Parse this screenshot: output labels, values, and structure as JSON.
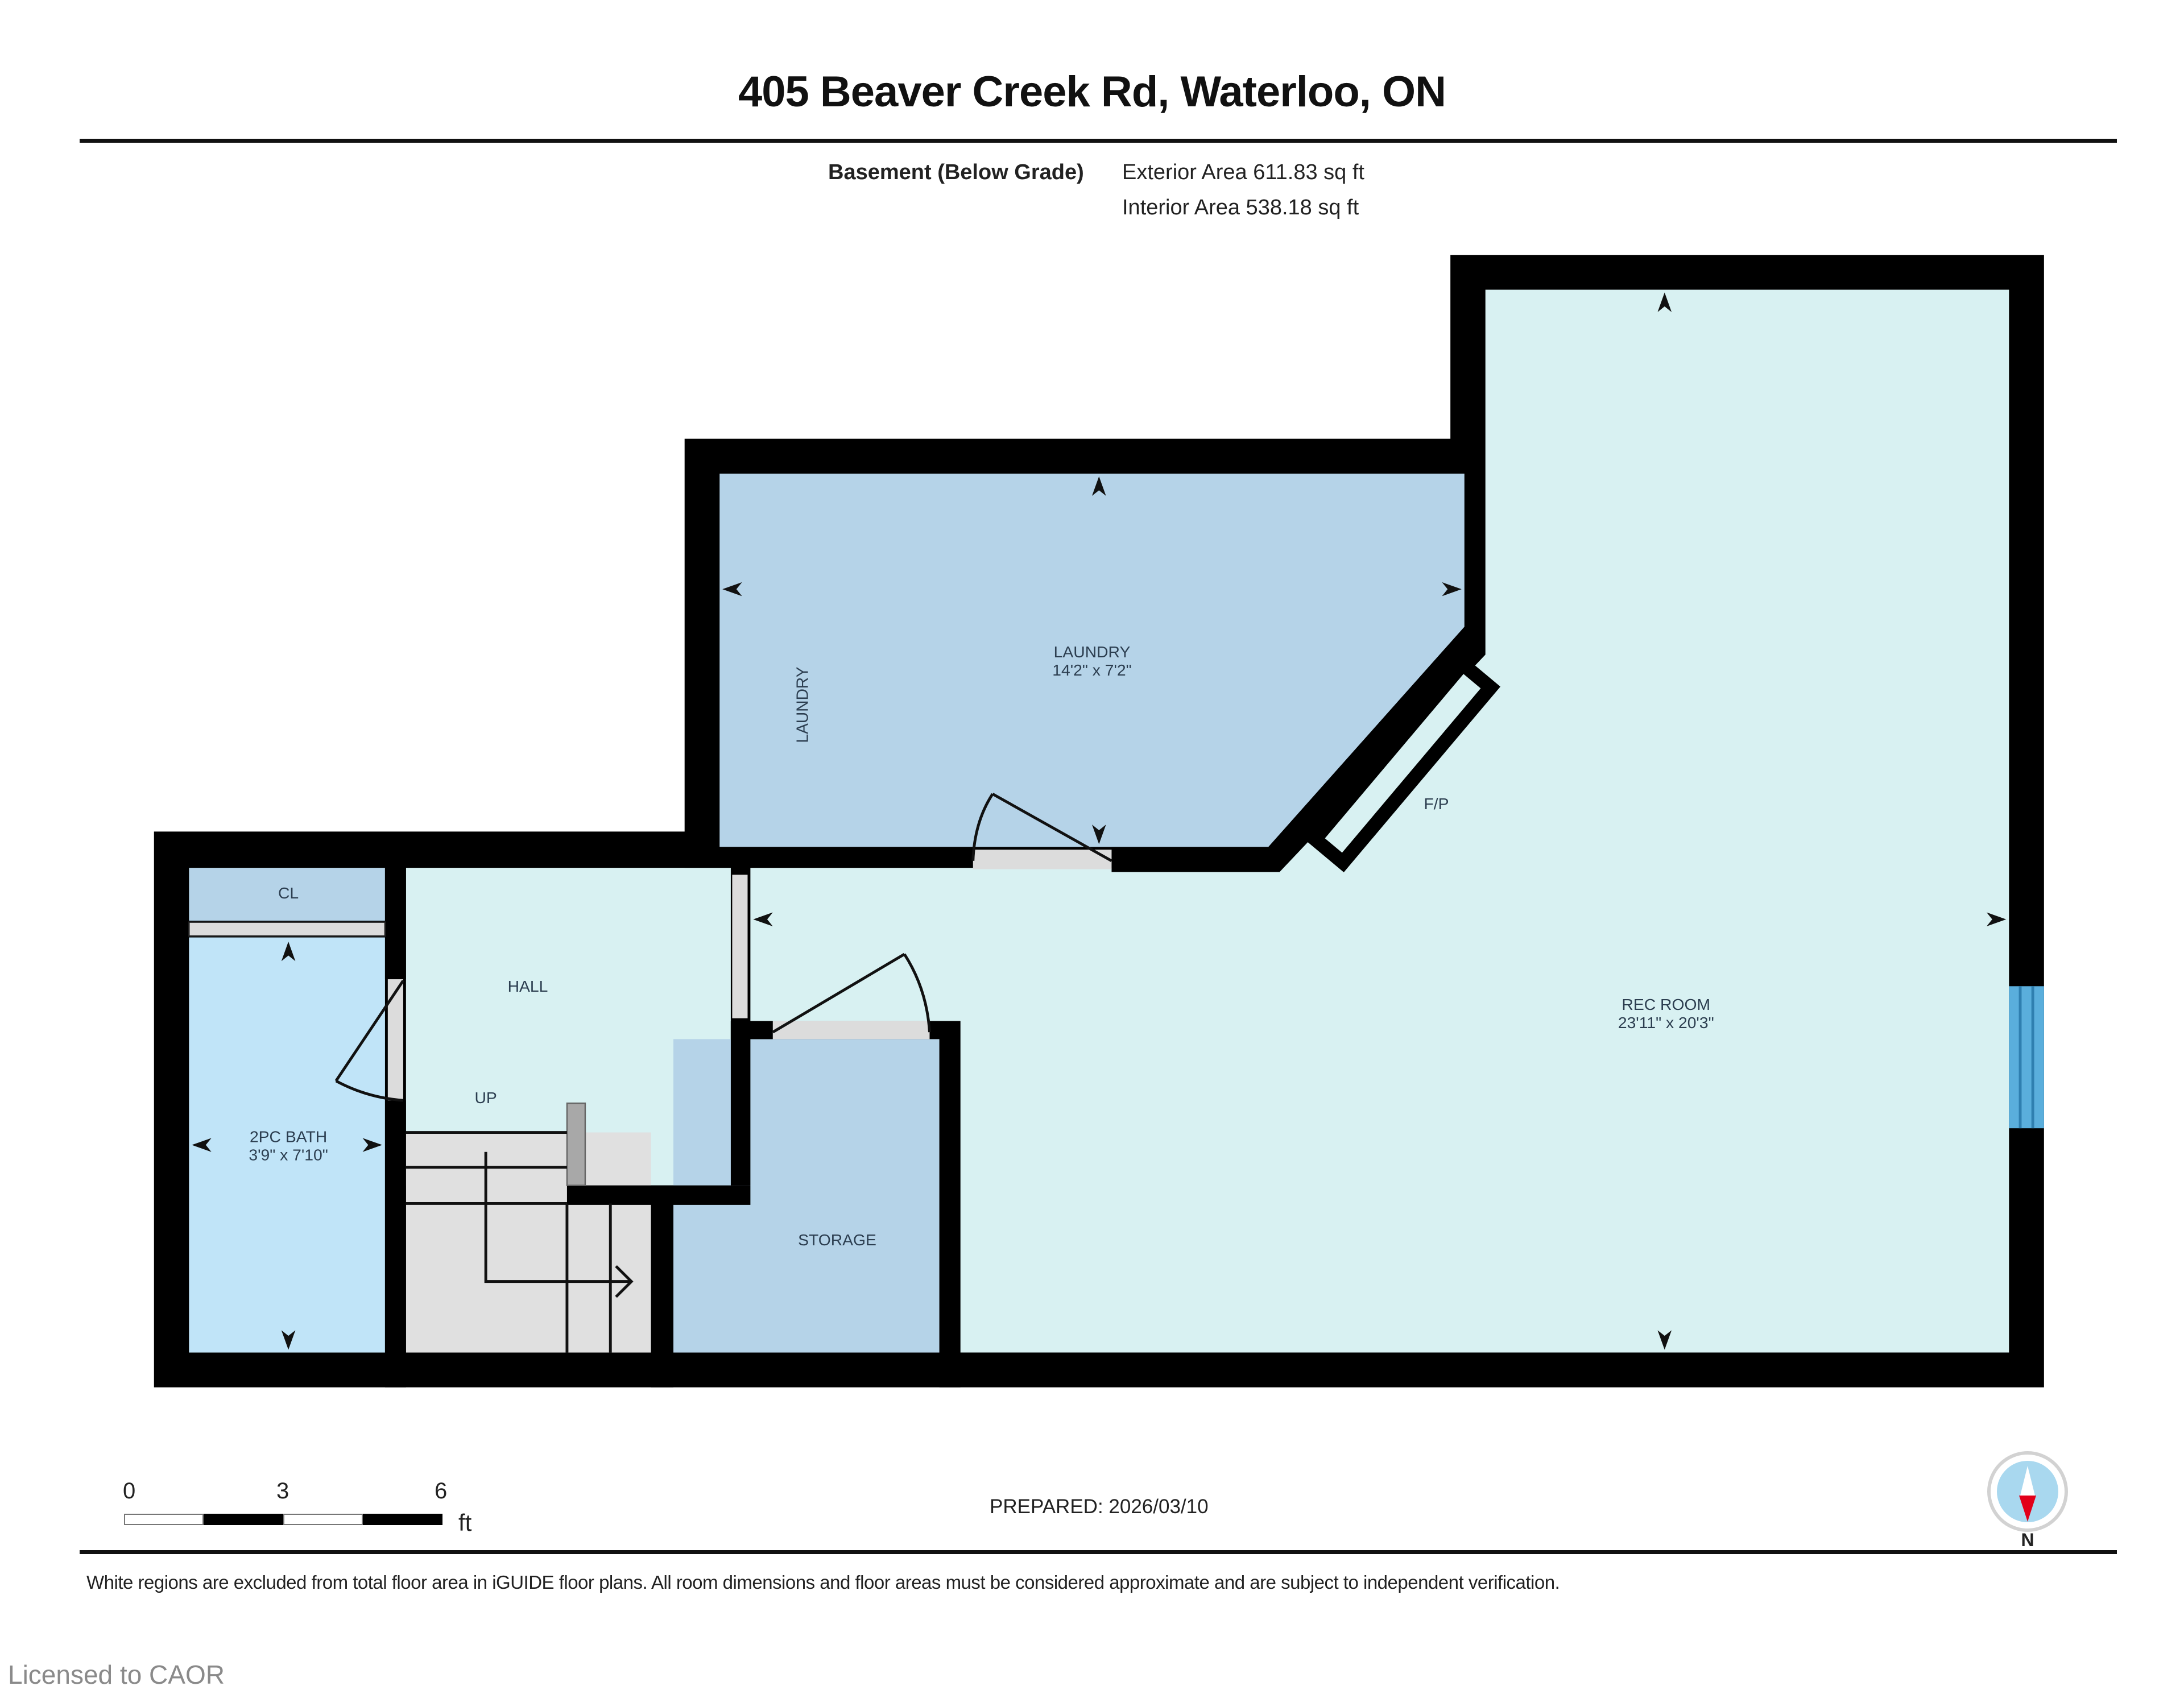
{
  "header": {
    "title": "405 Beaver Creek Rd, Waterloo, ON",
    "floor_name": "Basement (Below Grade)",
    "exterior_area": "Exterior Area 611.83 sq ft",
    "interior_area": "Interior Area 538.18 sq ft"
  },
  "rooms": [
    {
      "name": "LAUNDRY",
      "dimensions": "14'2\" x 7'2\"",
      "color": "#b5d3e8"
    },
    {
      "name": "LAUNDRY",
      "dimensions": "",
      "color": "#b5d3e8",
      "note": "vertical label"
    },
    {
      "name": "REC ROOM",
      "dimensions": "23'11\" x 20'3\"",
      "color": "#d8f1f2"
    },
    {
      "name": "HALL",
      "dimensions": "",
      "color": "#d8f1f2"
    },
    {
      "name": "2PC BATH",
      "dimensions": "3'9\" x 7'10\"",
      "color": "#c0e4f8"
    },
    {
      "name": "CL",
      "dimensions": "",
      "color": "#b5d3e8"
    },
    {
      "name": "STORAGE",
      "dimensions": "",
      "color": "#b5d3e8"
    }
  ],
  "labels": {
    "fireplace": "F/P",
    "stairs_up": "UP"
  },
  "scale_bar": {
    "ticks": [
      "0",
      "3",
      "6"
    ],
    "unit": "ft"
  },
  "compass": {
    "label": "N",
    "needle_color": "#e2001a",
    "dial_color": "#a9d8ef"
  },
  "footer": {
    "prepared": "PREPARED: 2026/03/10",
    "disclaimer": "White regions are excluded from total floor area in iGUIDE floor plans. All room dimensions and floor areas must be considered approximate and are subject to independent verification.",
    "watermark": "Licensed to CAOR"
  },
  "colors": {
    "wall": "#000000",
    "door_threshold": "#dcdcdc",
    "stairs": "#e0e0e0",
    "window": "#5aaedc"
  }
}
